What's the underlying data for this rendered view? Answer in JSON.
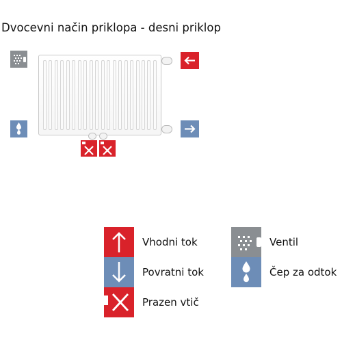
{
  "title": "Dvocevni način priklopa - desni priklop",
  "colors": {
    "supply": "#d9222a",
    "return": "#6d8db7",
    "valve": "#8a8e92",
    "drain": "#6d8db7",
    "blind_plug": "#d9222a"
  },
  "diagram": {
    "top_left": "valve-icon",
    "bottom_left": "drain-icon",
    "top_right": "arrow-left-icon",
    "bottom_right": "arrow-right-icon",
    "bottom_plugs": [
      "x-icon",
      "x-icon"
    ]
  },
  "legend": {
    "supply": "Vhodni tok",
    "return": "Povratni tok",
    "plug": "Prazen vtič",
    "valve": "Ventil",
    "drain": "Čep za odtok"
  }
}
